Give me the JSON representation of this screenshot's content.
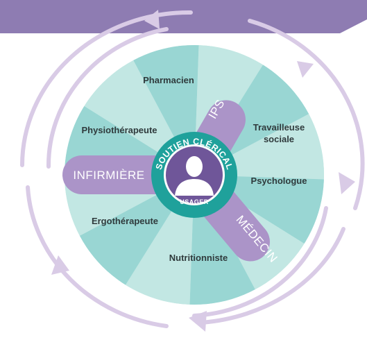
{
  "diagram": {
    "segments": [
      {
        "label": "Pharmacien"
      },
      {
        "label": "Travailleuse",
        "label2": "sociale"
      },
      {
        "label": "Psychologue"
      },
      {
        "label": "Nutritionniste"
      },
      {
        "label": "Ergothérapeute"
      },
      {
        "label": "Physiothérapeute"
      }
    ],
    "bands": {
      "ips": "IPS",
      "medecin": "MÉDECIN",
      "infirmiere": "INFIRMIÈRE"
    },
    "ring_label": "SOUTIEN CLÉRICAL",
    "center_label": "USAGER",
    "center_icon": "user-silhouette-icon",
    "colors": {
      "header": "#8e7cb2",
      "teal_dark": "#99d6d3",
      "teal_light": "#c2e7e3",
      "band": "#ab94c8",
      "ring": "#1fa19b",
      "center": "#6f5699",
      "arrows": "#d9cbe6"
    }
  }
}
